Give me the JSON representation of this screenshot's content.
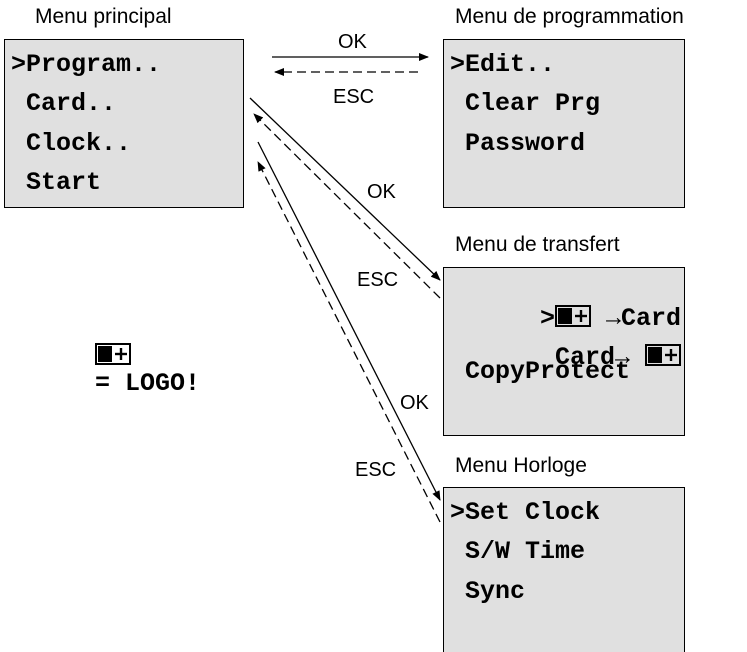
{
  "menus": {
    "main": {
      "title": "Menu principal",
      "items": [
        ">Program..",
        " Card..",
        " Clock..",
        " Start"
      ]
    },
    "programming": {
      "title": "Menu de programmation",
      "items": [
        ">Edit..",
        " Clear Prg",
        " Password"
      ]
    },
    "transfer": {
      "title": "Menu de transfert",
      "line1_prefix": ">",
      "line1_suffix": " →Card",
      "line2_prefix": " Card→ ",
      "line3": " CopyProtect"
    },
    "clock": {
      "title": "Menu Horloge",
      "items": [
        ">Set Clock",
        " S/W Time",
        " Sync"
      ]
    }
  },
  "legend": {
    "text": "= LOGO!",
    "icon": "logo-module-icon"
  },
  "arrows": {
    "ok_program": "OK",
    "esc_program": "ESC",
    "ok_transfer": "OK",
    "esc_transfer": "ESC",
    "ok_clock": "OK",
    "esc_clock": "ESC"
  },
  "colors": {
    "screen_bg": "#e0e0e0",
    "ink": "#000000"
  }
}
